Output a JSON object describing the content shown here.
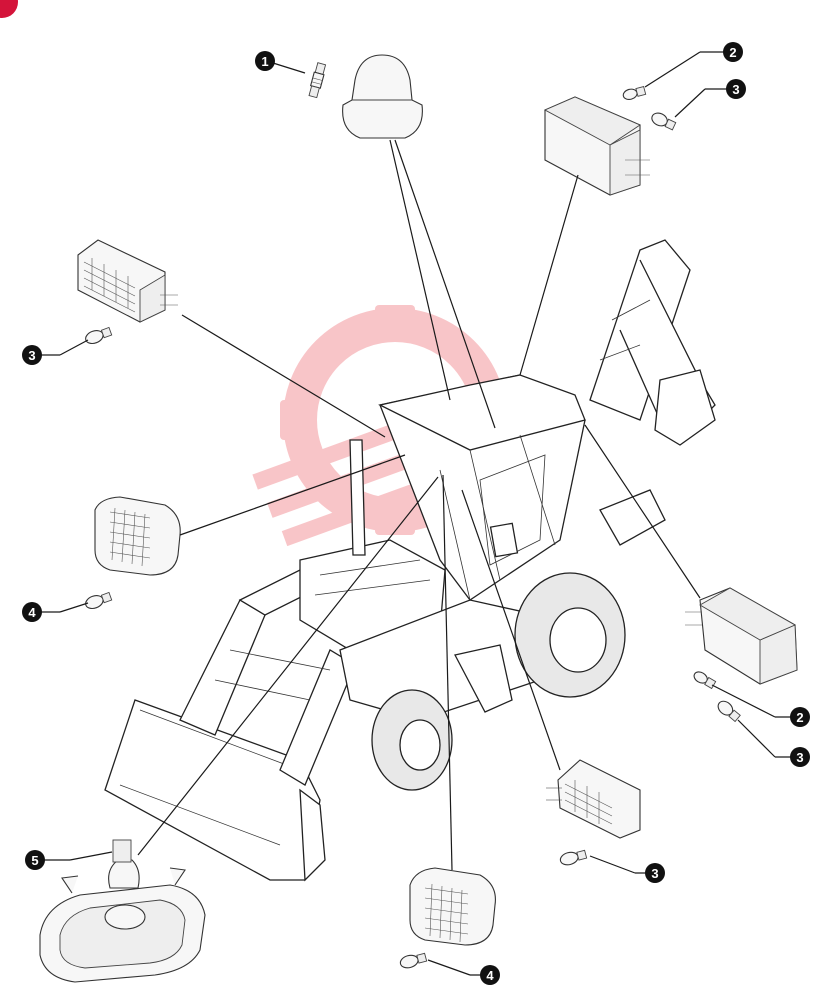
{
  "callouts": [
    {
      "id": "c1",
      "label": "1"
    },
    {
      "id": "c2a",
      "label": "2"
    },
    {
      "id": "c3a",
      "label": "3"
    },
    {
      "id": "c3b",
      "label": "3"
    },
    {
      "id": "c4a",
      "label": "4"
    },
    {
      "id": "c5",
      "label": "5"
    },
    {
      "id": "c2b",
      "label": "2"
    },
    {
      "id": "c3c",
      "label": "3"
    },
    {
      "id": "c3d",
      "label": "3"
    },
    {
      "id": "c4b",
      "label": "4"
    }
  ],
  "colors": {
    "callout_fill": "#111111",
    "line": "#1a1a1a",
    "watermark": "#e8323c",
    "corner_badge": "#d4143a"
  }
}
